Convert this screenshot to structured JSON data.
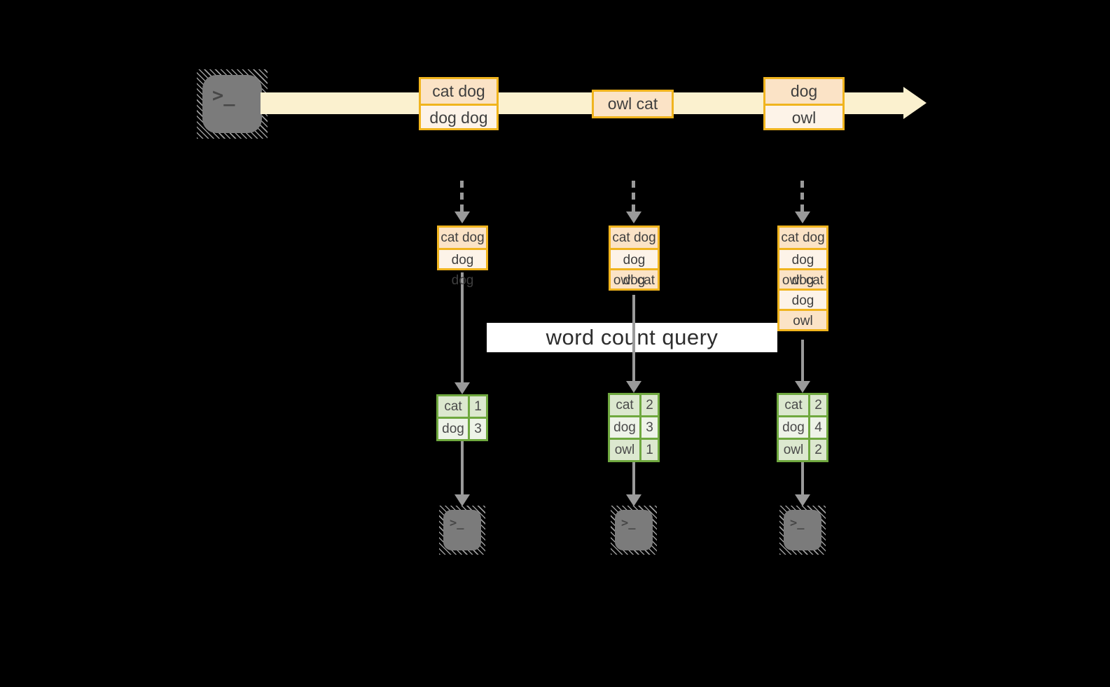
{
  "query_label": "word count query",
  "terminal_prompt": ">_",
  "stream_batches": [
    {
      "rows": [
        "cat dog",
        "dog dog"
      ]
    },
    {
      "rows": [
        "owl cat"
      ]
    },
    {
      "rows": [
        "dog",
        "owl"
      ]
    }
  ],
  "accumulated": [
    {
      "rows": [
        "cat dog",
        "dog dog"
      ]
    },
    {
      "rows": [
        "cat dog",
        "dog dog",
        "owl cat"
      ]
    },
    {
      "rows": [
        "cat dog",
        "dog dog",
        "owl cat",
        "dog",
        "owl"
      ]
    }
  ],
  "count_tables": [
    {
      "rows": [
        {
          "word": "cat",
          "count": "1"
        },
        {
          "word": "dog",
          "count": "3"
        }
      ]
    },
    {
      "rows": [
        {
          "word": "cat",
          "count": "2"
        },
        {
          "word": "dog",
          "count": "3"
        },
        {
          "word": "owl",
          "count": "1"
        }
      ]
    },
    {
      "rows": [
        {
          "word": "cat",
          "count": "2"
        },
        {
          "word": "dog",
          "count": "4"
        },
        {
          "word": "owl",
          "count": "2"
        }
      ]
    }
  ],
  "colors": {
    "accent_gold": "#f0b41e",
    "row_peach": "#fbe3c6",
    "row_cream": "#fdf3e8",
    "stream_band": "#fbf1cf",
    "green_border": "#6fa83f",
    "green_row_dark": "#dce8cf",
    "green_row_light": "#eef3e8",
    "arrow_gray": "#9a9a9a",
    "terminal_gray": "#7b7b7b",
    "label_bg": "#ffffff",
    "background": "#000000"
  }
}
